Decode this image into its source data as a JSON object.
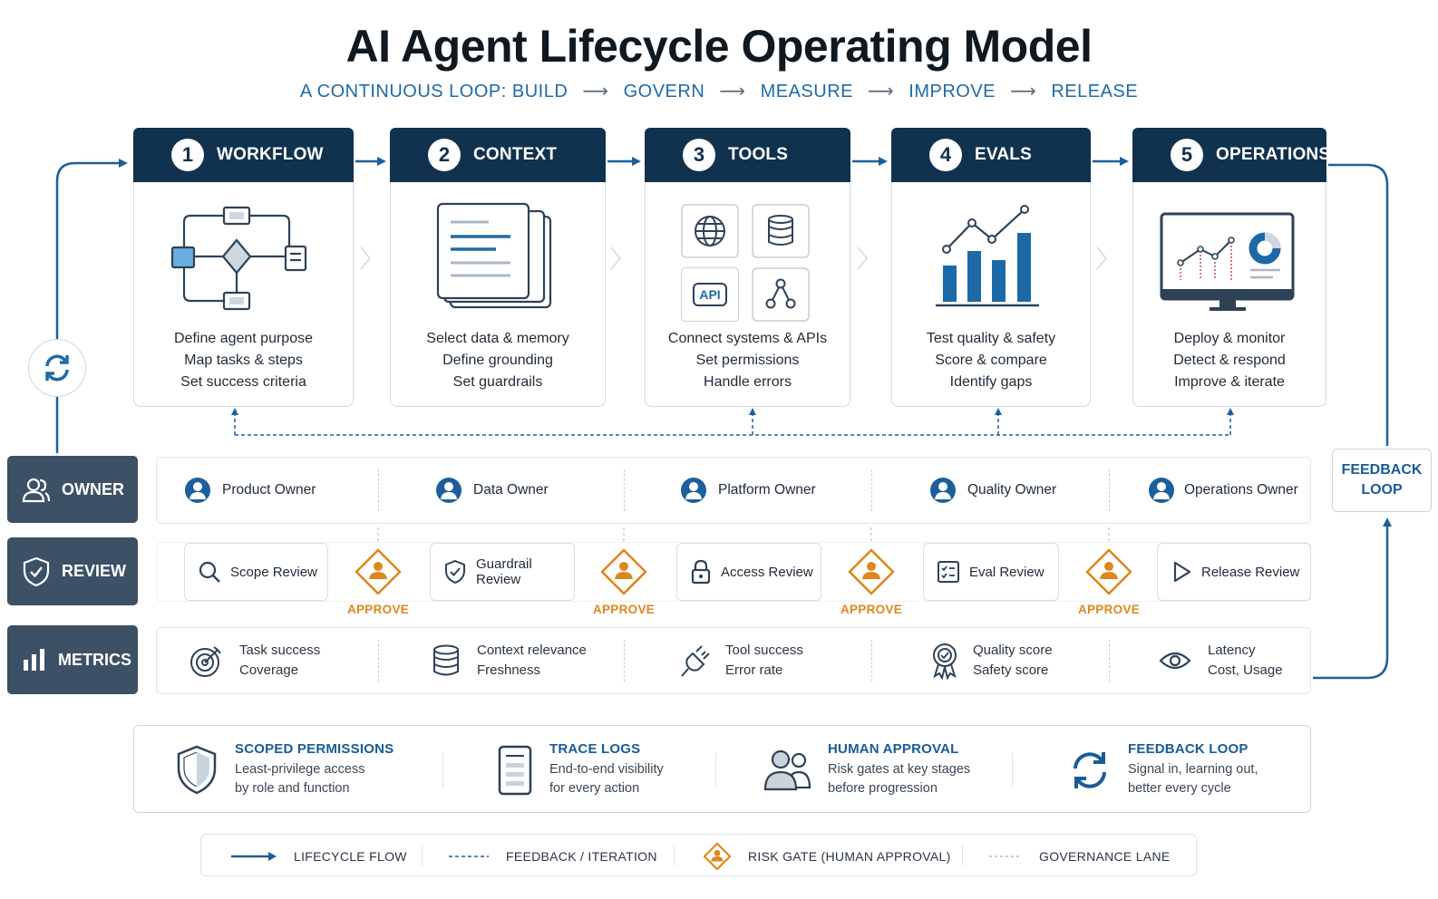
{
  "title": "AI Agent Lifecycle Operating Model",
  "subtitle": {
    "prefix": "A CONTINUOUS LOOP:",
    "steps": [
      "BUILD",
      "GOVERN",
      "MEASURE",
      "IMPROVE",
      "RELEASE"
    ]
  },
  "stages": [
    {
      "num": "1",
      "title": "WORKFLOW",
      "lines": [
        "Define agent purpose",
        "Map tasks & steps",
        "Set success criteria"
      ]
    },
    {
      "num": "2",
      "title": "CONTEXT",
      "lines": [
        "Select data & memory",
        "Define grounding",
        "Set guardrails"
      ]
    },
    {
      "num": "3",
      "title": "TOOLS",
      "lines": [
        "Connect systems & APIs",
        "Set permissions",
        "Handle errors"
      ],
      "api_label": "API"
    },
    {
      "num": "4",
      "title": "EVALS",
      "lines": [
        "Test quality & safety",
        "Score & compare",
        "Identify gaps"
      ]
    },
    {
      "num": "5",
      "title": "OPERATIONS",
      "lines": [
        "Deploy & monitor",
        "Detect & respond",
        "Improve & iterate"
      ]
    }
  ],
  "lanes": {
    "owner": {
      "label": "OWNER",
      "items": [
        "Product Owner",
        "Data Owner",
        "Platform Owner",
        "Quality Owner",
        "Operations Owner"
      ]
    },
    "review": {
      "label": "REVIEW",
      "items": [
        "Scope Review",
        "Guardrail Review",
        "Access Review",
        "Eval Review",
        "Release Review"
      ],
      "gate_label": "APPROVE"
    },
    "metrics": {
      "label": "METRICS",
      "items": [
        [
          "Task success",
          "Coverage"
        ],
        [
          "Context relevance",
          "Freshness"
        ],
        [
          "Tool success",
          "Error rate"
        ],
        [
          "Quality score",
          "Safety score"
        ],
        [
          "Latency",
          "Cost, Usage"
        ]
      ]
    }
  },
  "feedback_loop_label": [
    "FEEDBACK",
    "LOOP"
  ],
  "principles": [
    {
      "title": "SCOPED PERMISSIONS",
      "lines": [
        "Least-privilege access",
        "by role and function"
      ],
      "icon": "shield-icon"
    },
    {
      "title": "TRACE LOGS",
      "lines": [
        "End-to-end visibility",
        "for every action"
      ],
      "icon": "log-icon"
    },
    {
      "title": "HUMAN APPROVAL",
      "lines": [
        "Risk gates at key stages",
        "before progression"
      ],
      "icon": "people-icon"
    },
    {
      "title": "FEEDBACK LOOP",
      "lines": [
        "Signal in, learning out,",
        "better every cycle"
      ],
      "icon": "refresh-icon"
    }
  ],
  "legend": [
    "LIFECYCLE FLOW",
    "FEEDBACK / ITERATION",
    "RISK GATE (HUMAN APPROVAL)",
    "GOVERNANCE LANE"
  ],
  "colors": {
    "navy": "#11324f",
    "blue": "#1e6aa5",
    "slate": "#3d5166",
    "orange": "#e0861d",
    "bar_blue": "#1c69a8"
  }
}
